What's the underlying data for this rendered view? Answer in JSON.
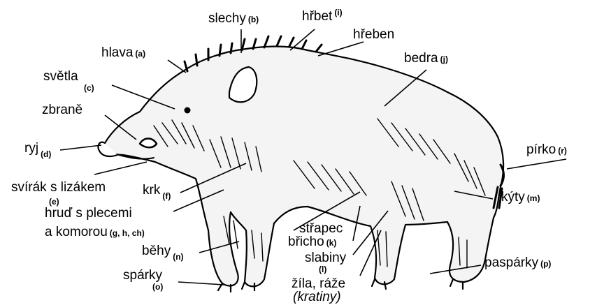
{
  "labels": {
    "hlava": {
      "text": "hlava",
      "code": "(a)"
    },
    "slechy": {
      "text": "slechy",
      "code": "(b)"
    },
    "svetla": {
      "text": "světla",
      "code": "(c)"
    },
    "ryj": {
      "text": "ryj",
      "code": "(d)"
    },
    "svirak": {
      "text": "svírák s lizákem",
      "code": "(e)"
    },
    "krk": {
      "text": "krk",
      "code": "(f)"
    },
    "hrud_line1": "hruď s plecemi",
    "hrud_line2": "a komorou",
    "hrud_code": "(g, h, ch)",
    "hrbet": {
      "text": "hřbet",
      "code": "(i)"
    },
    "bedra": {
      "text": "bedra",
      "code": "(j)"
    },
    "bricho": {
      "text": "břicho",
      "code": "(k)"
    },
    "slabiny": {
      "text": "slabiny",
      "code": "(l)"
    },
    "kyty": {
      "text": "kýty",
      "code": "(m)"
    },
    "behy": {
      "text": "běhy",
      "code": "(n)"
    },
    "sparky": {
      "text": "spárky",
      "code": "(o)"
    },
    "pasparky": {
      "text": "paspárky",
      "code": "(p)"
    },
    "pirko": {
      "text": "pírko",
      "code": "(r)"
    },
    "hreben": "hřeben",
    "zbrane": "zbraně",
    "strapec": "střapec",
    "zila_line1": "žíla, ráže",
    "zila_line2": "(kratiny)"
  }
}
